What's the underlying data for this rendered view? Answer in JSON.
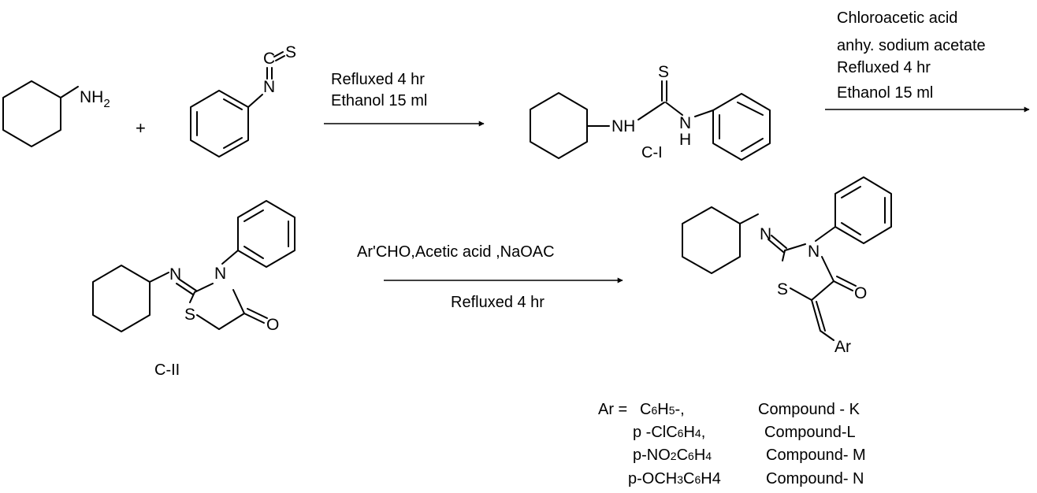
{
  "reactants": {
    "amine_label": "NH",
    "amine_subscript": "2",
    "plus": "+",
    "isothiocyanate_C": "C",
    "isothiocyanate_S": "S",
    "isothiocyanate_N": "N"
  },
  "step1": {
    "line1": "Refluxed 4 hr",
    "line2": "Ethanol 15 ml"
  },
  "thiourea": {
    "S": "S",
    "NH_left": "NH",
    "N_right": "N",
    "H_right": "H",
    "code": "C-I"
  },
  "step2": {
    "line1": "Chloroacetic acid",
    "line2": "anhy. sodium acetate",
    "line3": "Refluxed 4 hr",
    "line4": "Ethanol 15 ml"
  },
  "thiazolidinone": {
    "N_imine": "N",
    "N_ring": "N",
    "S_ring": "S",
    "O": "O",
    "code": "C-II"
  },
  "step3": {
    "line1": "Ar'CHO,Acetic acid ,NaOAC",
    "line2": "Refluxed 4 hr"
  },
  "product": {
    "N_imine": "N",
    "N_ring": "N",
    "S_ring": "S",
    "O": "O",
    "Ar": "Ar"
  },
  "legend": {
    "prefix": "Ar = ",
    "rows": [
      {
        "a": "C",
        "a_sub": "6",
        "b": "H",
        "b_sub": "5",
        "c": "-,",
        "compound": "Compound -  K"
      },
      {
        "a": "p -ClC",
        "a_sub": "6",
        "b": "H",
        "b_sub": "4",
        "c": ",",
        "compound": "Compound-L"
      },
      {
        "a": "p-NO",
        "a_sub": "2",
        "b": "C",
        "b_sub": "6",
        "c": "H",
        "c_sub": "4",
        "compound": "Compound- M"
      },
      {
        "a": "p-OCH",
        "a_sub": "3",
        "b": "C",
        "b_sub": "6",
        "c": "H4",
        "compound": "Compound- N"
      }
    ]
  }
}
